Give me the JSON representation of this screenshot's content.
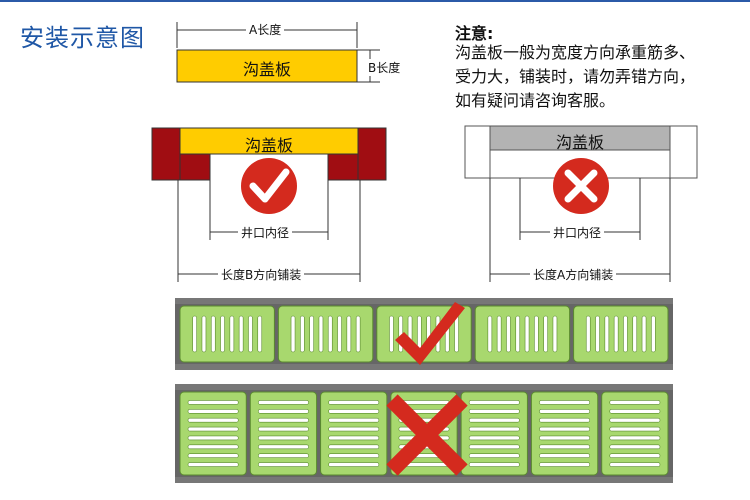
{
  "title": "安装示意图",
  "note": {
    "heading": "注意:",
    "lines": [
      "沟盖板一般为宽度方向承重筋多、",
      "受力大，铺装时，请勿弄错方向，",
      "如有疑问请咨询客服。"
    ]
  },
  "top_diagram": {
    "cover_label": "沟盖板",
    "a_length": "A长度",
    "b_length": "B长度"
  },
  "left_diagram": {
    "cover_label": "沟盖板",
    "well_label": "井口内径",
    "direction_label": "长度B方向铺装",
    "verdict": "correct"
  },
  "right_diagram": {
    "cover_label": "沟盖板",
    "well_label": "井口内径",
    "direction_label": "长度A方向铺装",
    "verdict": "wrong"
  },
  "rows": [
    {
      "orientation": "vertical-slots",
      "panels": 5,
      "verdict": "correct"
    },
    {
      "orientation": "horizontal-slots",
      "panels": 7,
      "verdict": "wrong"
    }
  ],
  "colors": {
    "accent_blue": "#1f57a6",
    "cover_yellow": "#ffcc00",
    "frame_red": "#a00d12",
    "check_red": "#d42a1e",
    "panel_green": "#a8d86e",
    "gray_cover": "#b3b3b3",
    "rail_gray": "#777777"
  }
}
